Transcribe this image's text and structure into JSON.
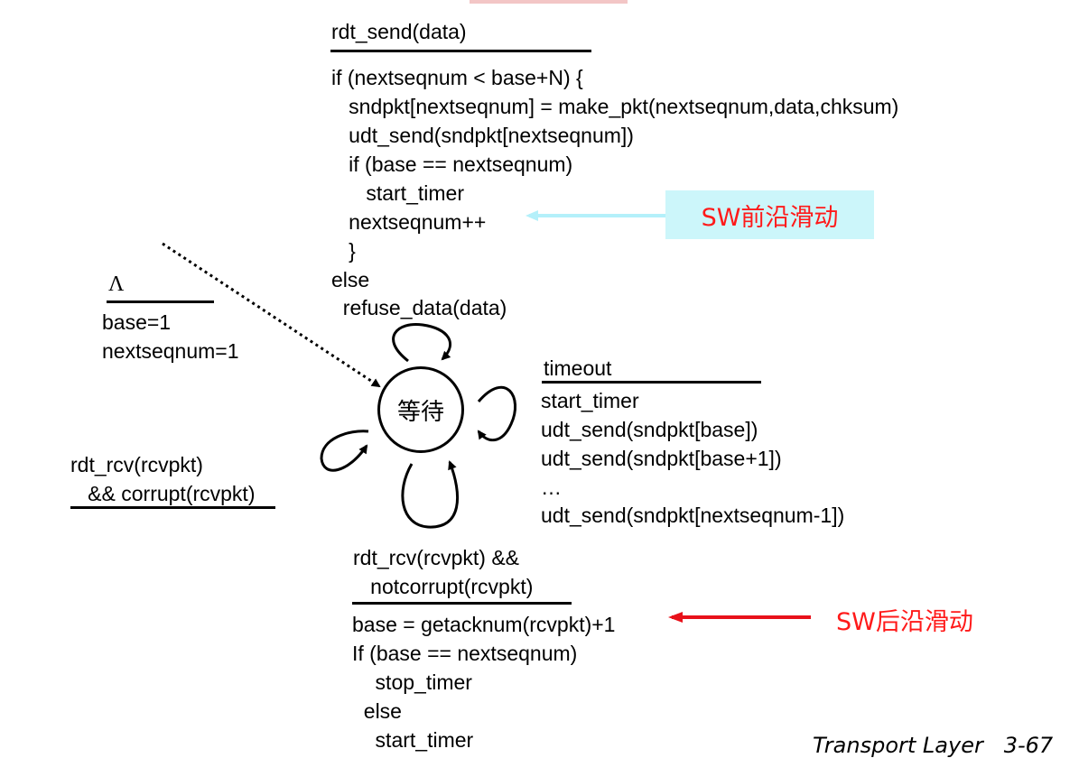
{
  "rdt_send_block": {
    "trigger": "rdt_send(data)",
    "lines": [
      "if (nextseqnum < base+N) {",
      "   sndpkt[nextseqnum] = make_pkt(nextseqnum,data,chksum)",
      "   udt_send(sndpkt[nextseqnum])",
      "   if (base == nextseqnum)",
      "      start_timer",
      "   nextseqnum++",
      "   }",
      "else",
      "  refuse_data(data)"
    ]
  },
  "init_block": {
    "trigger": "Λ",
    "lines": [
      "base=1",
      "nextseqnum=1"
    ]
  },
  "state": {
    "label": "等待"
  },
  "timeout_block": {
    "trigger": "timeout",
    "lines": [
      "start_timer",
      "udt_send(sndpkt[base])",
      "udt_send(sndpkt[base+1])",
      "…",
      "udt_send(sndpkt[nextseqnum-1])"
    ]
  },
  "corrupt_block": {
    "lines": [
      "rdt_rcv(rcvpkt)",
      "   && corrupt(rcvpkt)"
    ]
  },
  "ack_block": {
    "trigger_lines": [
      "rdt_rcv(rcvpkt) &&",
      "   notcorrupt(rcvpkt)"
    ],
    "lines": [
      "base = getacknum(rcvpkt)+1",
      "If (base == nextseqnum)",
      "    stop_timer",
      "  else",
      "    start_timer"
    ]
  },
  "annotations": {
    "sw_front": "SW前沿滑动",
    "sw_back": "SW后沿滑动"
  },
  "footer": {
    "text": "Transport Layer   3-67"
  },
  "colors": {
    "annotation_text": "#ff1a1a",
    "front_arrow": "#b4f0fa",
    "back_arrow": "#e8111a",
    "box_fill": "#ccf6fa"
  }
}
